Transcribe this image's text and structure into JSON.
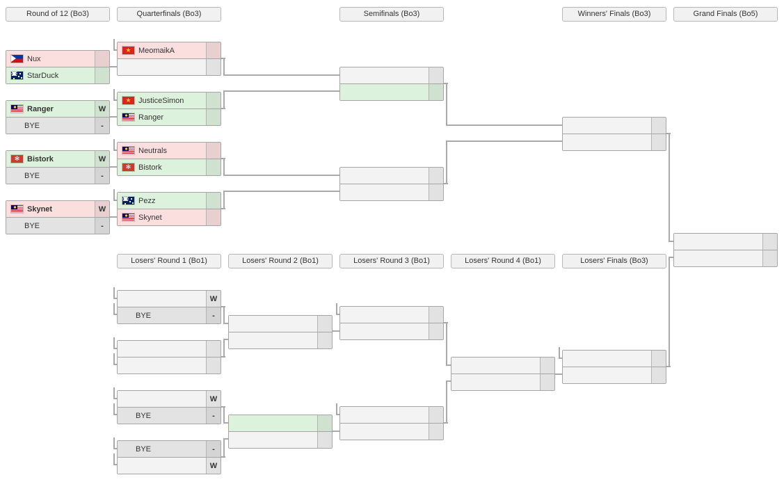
{
  "tournament": {
    "winners_headers": [
      "Round of 12 (Bo3)",
      "Quarterfinals (Bo3)",
      "Semifinals (Bo3)",
      "Winners' Finals (Bo3)",
      "Grand Finals (Bo5)"
    ],
    "losers_headers": [
      "Losers' Round 1 (Bo1)",
      "Losers' Round 2 (Bo1)",
      "Losers' Round 3 (Bo1)",
      "Losers' Round 4 (Bo1)",
      "Losers' Finals (Bo3)"
    ],
    "winners": {
      "round_of_12": [
        {
          "slots": [
            {
              "name": "Nux",
              "flag": "ph",
              "state": "loser",
              "score": ""
            },
            {
              "name": "StarDuck",
              "flag": "au",
              "state": "winner",
              "score": ""
            }
          ]
        },
        {
          "slots": [
            {
              "name": "Ranger",
              "flag": "my",
              "state": "winner",
              "score": "W",
              "bold": "1"
            },
            {
              "name": "BYE",
              "state": "bye",
              "score": "-"
            }
          ]
        },
        {
          "slots": [
            {
              "name": "Bistork",
              "flag": "hk",
              "state": "winner",
              "score": "W",
              "bold": "1"
            },
            {
              "name": "BYE",
              "state": "bye",
              "score": "-"
            }
          ]
        },
        {
          "slots": [
            {
              "name": "Skynet",
              "flag": "my",
              "state": "loser",
              "score": "W",
              "bold": "1"
            },
            {
              "name": "BYE",
              "state": "bye",
              "score": "-"
            }
          ]
        }
      ],
      "quarterfinals": [
        {
          "slots": [
            {
              "name": "MeomaikA",
              "flag": "vn",
              "state": "loser",
              "score": ""
            },
            {
              "name": "",
              "score": ""
            }
          ]
        },
        {
          "slots": [
            {
              "name": "JusticeSimon",
              "flag": "vn",
              "state": "winner",
              "score": ""
            },
            {
              "name": "Ranger",
              "flag": "my",
              "state": "winner",
              "score": ""
            }
          ]
        },
        {
          "slots": [
            {
              "name": "Neutrals",
              "flag": "my",
              "state": "loser",
              "score": ""
            },
            {
              "name": "Bistork",
              "flag": "hk",
              "state": "winner",
              "score": ""
            }
          ]
        },
        {
          "slots": [
            {
              "name": "Pezz",
              "flag": "au",
              "state": "winner",
              "score": ""
            },
            {
              "name": "Skynet",
              "flag": "my",
              "state": "loser",
              "score": ""
            }
          ]
        }
      ],
      "semifinals": [
        {
          "slots": [
            {
              "name": "",
              "score": ""
            },
            {
              "name": "",
              "state": "advancing",
              "score": ""
            }
          ]
        },
        {
          "slots": [
            {
              "name": "",
              "score": ""
            },
            {
              "name": "",
              "score": ""
            }
          ]
        }
      ],
      "winners_finals": [
        {
          "slots": [
            {
              "name": "",
              "score": ""
            },
            {
              "name": "",
              "score": ""
            }
          ]
        }
      ],
      "grand_finals": [
        {
          "slots": [
            {
              "name": "",
              "score": ""
            },
            {
              "name": "",
              "score": ""
            }
          ]
        }
      ]
    },
    "losers": {
      "round_1": [
        {
          "slots": [
            {
              "name": "",
              "score": "W"
            },
            {
              "name": "BYE",
              "state": "bye",
              "score": "-"
            }
          ]
        },
        {
          "slots": [
            {
              "name": "",
              "score": ""
            },
            {
              "name": "",
              "score": ""
            }
          ]
        },
        {
          "slots": [
            {
              "name": "",
              "score": "W"
            },
            {
              "name": "BYE",
              "state": "bye",
              "score": "-"
            }
          ]
        },
        {
          "slots": [
            {
              "name": "BYE",
              "state": "bye",
              "score": "-"
            },
            {
              "name": "",
              "score": "W"
            }
          ]
        }
      ],
      "round_2": [
        {
          "slots": [
            {
              "name": "",
              "score": ""
            },
            {
              "name": "",
              "score": ""
            }
          ]
        },
        {
          "slots": [
            {
              "name": "",
              "state": "advancing",
              "score": ""
            },
            {
              "name": "",
              "score": ""
            }
          ]
        }
      ],
      "round_3": [
        {
          "slots": [
            {
              "name": "",
              "score": ""
            },
            {
              "name": "",
              "score": ""
            }
          ]
        },
        {
          "slots": [
            {
              "name": "",
              "score": ""
            },
            {
              "name": "",
              "score": ""
            }
          ]
        }
      ],
      "round_4": [
        {
          "slots": [
            {
              "name": "",
              "score": ""
            },
            {
              "name": "",
              "score": ""
            }
          ]
        }
      ],
      "finals": [
        {
          "slots": [
            {
              "name": "",
              "score": ""
            },
            {
              "name": "",
              "score": ""
            }
          ]
        }
      ]
    },
    "colors": {
      "winner_green": "#ddf2dd",
      "loser_pink": "#fbdfdf",
      "bye_gray": "#e3e3e3",
      "empty_row_gray": "#f3f3f3",
      "connector_gray": "#a9a9a9"
    }
  }
}
